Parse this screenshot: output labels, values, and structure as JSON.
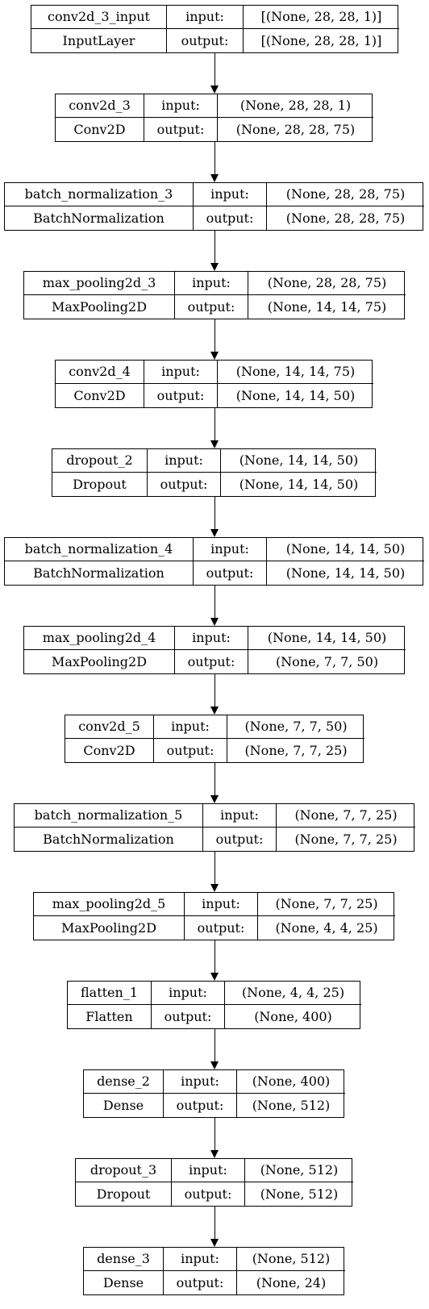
{
  "labels": {
    "input": "input:",
    "output": "output:"
  },
  "layers": [
    {
      "name": "conv2d_3_input",
      "type": "InputLayer",
      "input": "[(None, 28, 28, 1)]",
      "output": "[(None, 28, 28, 1)]"
    },
    {
      "name": "conv2d_3",
      "type": "Conv2D",
      "input": "(None, 28, 28, 1)",
      "output": "(None, 28, 28, 75)"
    },
    {
      "name": "batch_normalization_3",
      "type": "BatchNormalization",
      "input": "(None, 28, 28, 75)",
      "output": "(None, 28, 28, 75)"
    },
    {
      "name": "max_pooling2d_3",
      "type": "MaxPooling2D",
      "input": "(None, 28, 28, 75)",
      "output": "(None, 14, 14, 75)"
    },
    {
      "name": "conv2d_4",
      "type": "Conv2D",
      "input": "(None, 14, 14, 75)",
      "output": "(None, 14, 14, 50)"
    },
    {
      "name": "dropout_2",
      "type": "Dropout",
      "input": "(None, 14, 14, 50)",
      "output": "(None, 14, 14, 50)"
    },
    {
      "name": "batch_normalization_4",
      "type": "BatchNormalization",
      "input": "(None, 14, 14, 50)",
      "output": "(None, 14, 14, 50)"
    },
    {
      "name": "max_pooling2d_4",
      "type": "MaxPooling2D",
      "input": "(None, 14, 14, 50)",
      "output": "(None, 7, 7, 50)"
    },
    {
      "name": "conv2d_5",
      "type": "Conv2D",
      "input": "(None, 7, 7, 50)",
      "output": "(None, 7, 7, 25)"
    },
    {
      "name": "batch_normalization_5",
      "type": "BatchNormalization",
      "input": "(None, 7, 7, 25)",
      "output": "(None, 7, 7, 25)"
    },
    {
      "name": "max_pooling2d_5",
      "type": "MaxPooling2D",
      "input": "(None, 7, 7, 25)",
      "output": "(None, 4, 4, 25)"
    },
    {
      "name": "flatten_1",
      "type": "Flatten",
      "input": "(None, 4, 4, 25)",
      "output": "(None, 400)"
    },
    {
      "name": "dense_2",
      "type": "Dense",
      "input": "(None, 400)",
      "output": "(None, 512)"
    },
    {
      "name": "dropout_3",
      "type": "Dropout",
      "input": "(None, 512)",
      "output": "(None, 512)"
    },
    {
      "name": "dense_3",
      "type": "Dense",
      "input": "(None, 512)",
      "output": "(None, 24)"
    }
  ]
}
